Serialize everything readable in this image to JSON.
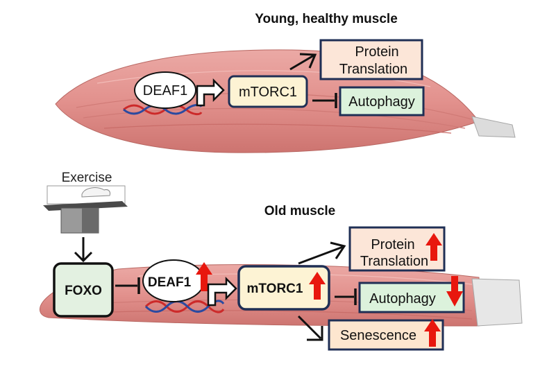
{
  "young": {
    "title": "Young, healthy muscle",
    "deaf1": "DEAF1",
    "mtorc1": "mTORC1",
    "protein_line1": "Protein",
    "protein_line2": "Translation",
    "autophagy": "Autophagy"
  },
  "old": {
    "title": "Old muscle",
    "deaf1": "DEAF1",
    "mtorc1": "mTORC1",
    "protein_line1": "Protein",
    "protein_line2": "Translation",
    "autophagy": "Autophagy",
    "senescence": "Senescence"
  },
  "exercise": {
    "label": "Exercise",
    "foxo": "FOXO"
  },
  "colors": {
    "muscle": "#e79c98",
    "muscle_dark": "#cf6f6c",
    "tendon": "#d9d9d9",
    "box_border": "#1f2f55",
    "protein_fill": "#fce6d8",
    "mtorc1_fill": "#fdf3d4",
    "autophagy_fill": "#dcf2dc",
    "senescence_fill": "#fde6cf",
    "foxo_fill": "#e3f1e1",
    "up_arrow": "#e8170e"
  }
}
